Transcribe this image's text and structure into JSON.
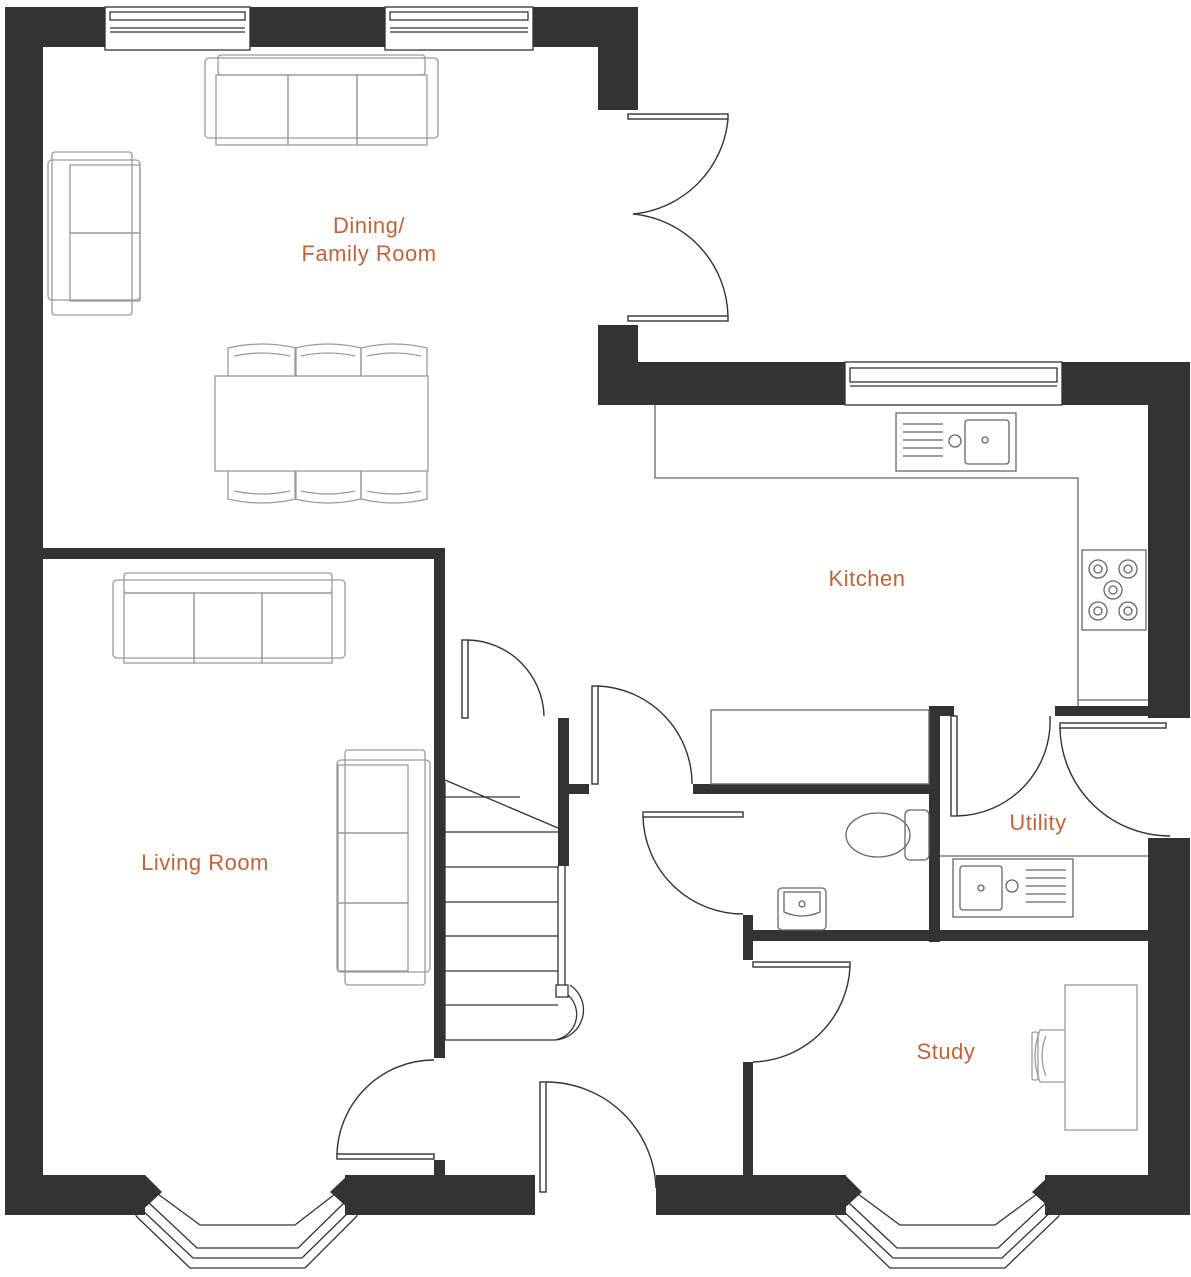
{
  "colors": {
    "wall": "#333333",
    "label": "#c0643a",
    "furniture": "#9a9a9a"
  },
  "rooms": [
    {
      "id": "dining-family-room",
      "lines": [
        "Dining/",
        "Family Room"
      ]
    },
    {
      "id": "kitchen",
      "lines": [
        "Kitchen"
      ]
    },
    {
      "id": "living-room",
      "lines": [
        "Living Room"
      ]
    },
    {
      "id": "utility",
      "lines": [
        "Utility"
      ]
    },
    {
      "id": "study",
      "lines": [
        "Study"
      ]
    }
  ]
}
